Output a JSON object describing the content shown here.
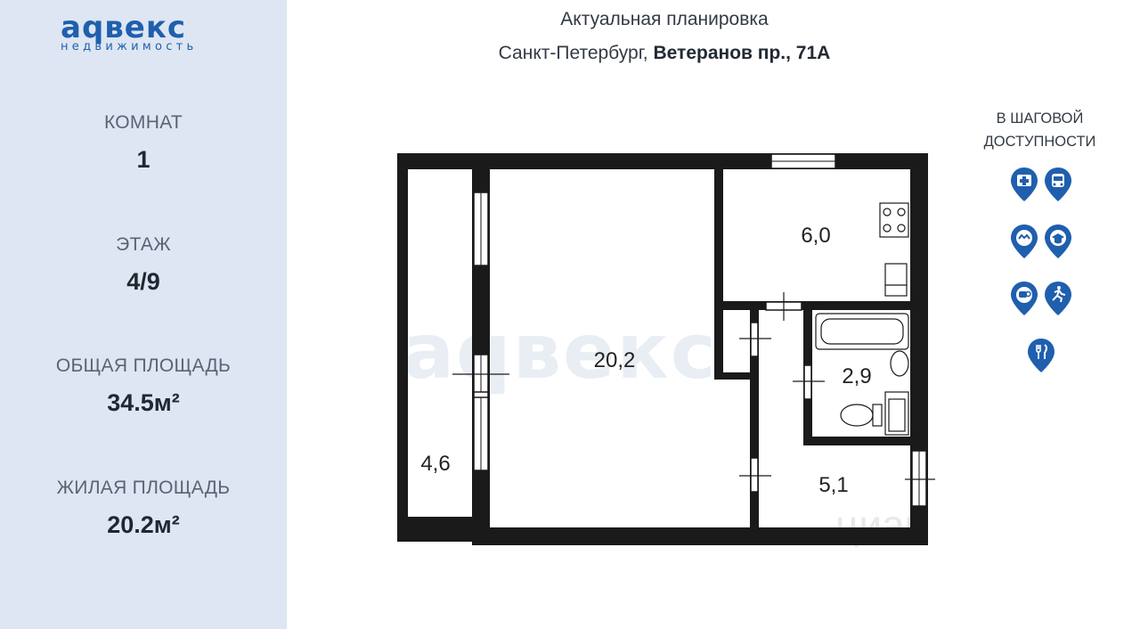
{
  "logo": {
    "main": "аqвекс",
    "sub": "недвижимость"
  },
  "header": {
    "line1": "Актуальная планировка",
    "city": "Санкт-Петербург,",
    "address": "Ветеранов пр., 71А"
  },
  "stats": [
    {
      "label": "КОМНАТ",
      "value": "1"
    },
    {
      "label": "ЭТАЖ",
      "value": "4/9"
    },
    {
      "label": "ОБЩАЯ ПЛОЩАДЬ",
      "value": "34.5м²"
    },
    {
      "label": "ЖИЛАЯ ПЛОЩАДЬ",
      "value": "20.2м²"
    }
  ],
  "nearby": {
    "line1": "В ШАГОВОЙ",
    "line2": "ДОСТУПНОСТИ",
    "icons": [
      "hospital-icon",
      "bus-icon",
      "mall-icon",
      "school-icon",
      "cafe-icon",
      "sport-icon",
      "restaurant-icon"
    ]
  },
  "rooms": {
    "main": "20,2",
    "kitchen": "6,0",
    "bath": "2,9",
    "hall": "5,1",
    "balcony": "4,6"
  },
  "watermark": {
    "text": "аqвекс",
    "cian": "циан"
  },
  "colors": {
    "wall": "#1a1a1a",
    "brand": "#1f5fae",
    "sidebar": "#dde6f2",
    "pin": "#1f5fae"
  }
}
